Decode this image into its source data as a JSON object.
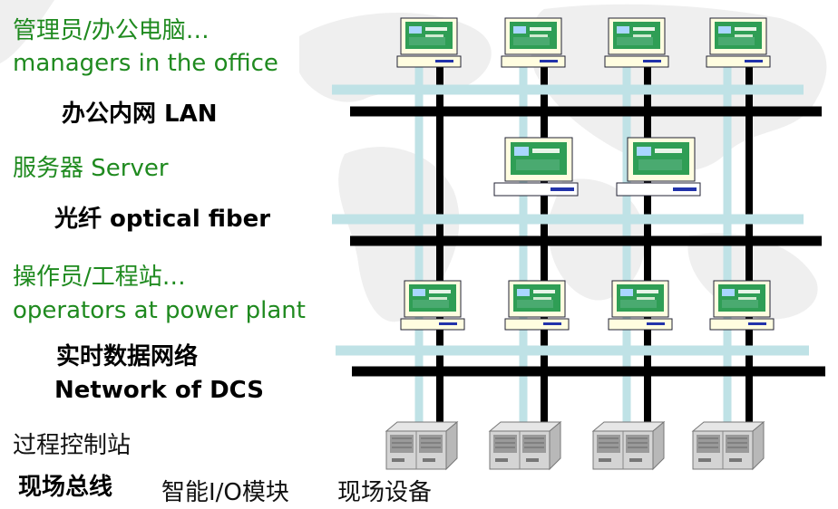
{
  "labels": {
    "managers_cn": "管理员/办公电脑…",
    "managers_en": "managers in the office",
    "office_lan": "办公内网 LAN",
    "server": "服务器 Server",
    "optical_fiber": "光纤 optical fiber",
    "operators_cn": "操作员/工程站…",
    "operators_en": "operators at power plant",
    "rt_network_cn": "实时数据网络",
    "rt_network_en": "Network of DCS",
    "process_station": "过程控制站",
    "fieldbus": "现场总线",
    "smart_io": "智能I/O模块",
    "field_devices": "现场设备"
  },
  "colors": {
    "label_green": "#1f8a1f",
    "network_cable": "#000000",
    "fiber": "#bfe2e6",
    "monitor_screen": "#2f9e55",
    "background_map": "#efefef"
  },
  "icons": {
    "top_monitors": "desktop-computer-icon",
    "servers": "server-computer-icon",
    "operator_monitors": "workstation-computer-icon",
    "controllers": "control-cabinet-icon",
    "background": "world-map-icon"
  }
}
